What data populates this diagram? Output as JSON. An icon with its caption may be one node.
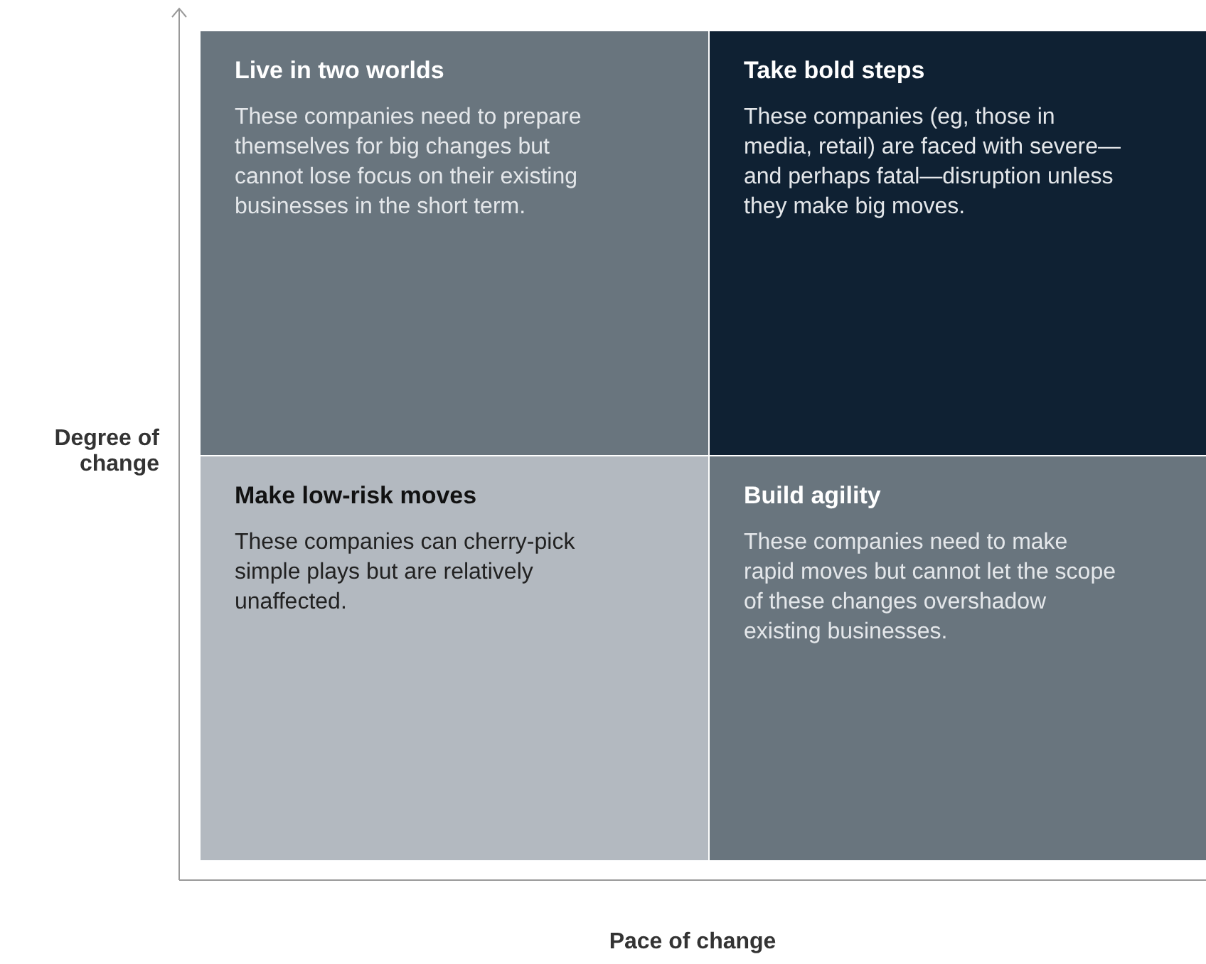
{
  "diagram": {
    "nodes": [
      {
        "text": [
          "Live in two worlds",
          "These companies need to prepare themselves for big changes but cannot lose focus on their existing businesses in the short term."
        ]
      },
      {
        "text": [
          "Take bold steps",
          "These companies (eg, those in media, retail) are faced with severe—and perhaps fatal—disruption unless they make big moves."
        ]
      },
      {
        "text": [
          "Make low-risk moves",
          "These companies can cherry-pick simple plays but are relatively unaffected."
        ]
      },
      {
        "text": [
          "Build agility",
          "These companies need to make rapid moves but cannot let the scope of these changes overshadow existing businesses."
        ]
      }
    ],
    "edges": [],
    "labels": [
      "Degree of change",
      "Pace of change"
    ]
  }
}
